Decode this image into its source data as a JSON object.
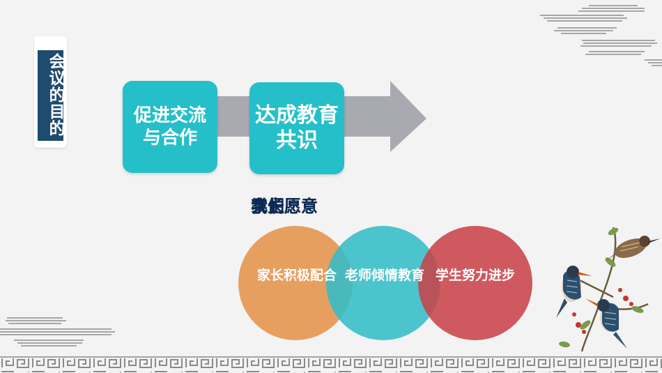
{
  "sidebar_title": "会议的目的",
  "arrow": {
    "box1": "促进交流与合作",
    "box2": "达成教育共识"
  },
  "overlap_text": [
    "我们愿意",
    "家长愿意",
    "学生愿意"
  ],
  "circles": [
    {
      "label": "家长积极配合",
      "color": "#e69a57"
    },
    {
      "label": "老师倾情教育",
      "color": "#34bdc7"
    },
    {
      "label": "学生努力进步",
      "color": "#c8434a"
    }
  ],
  "colors": {
    "teal_box": "#25bfc9",
    "arrow_gray": "#a9a9b1",
    "title_band": "#1e4c6e"
  },
  "decorations": [
    "cloud-stripes-top-right",
    "cloud-stripes-bottom-left",
    "fret-border-bottom",
    "kingfisher-birds"
  ]
}
